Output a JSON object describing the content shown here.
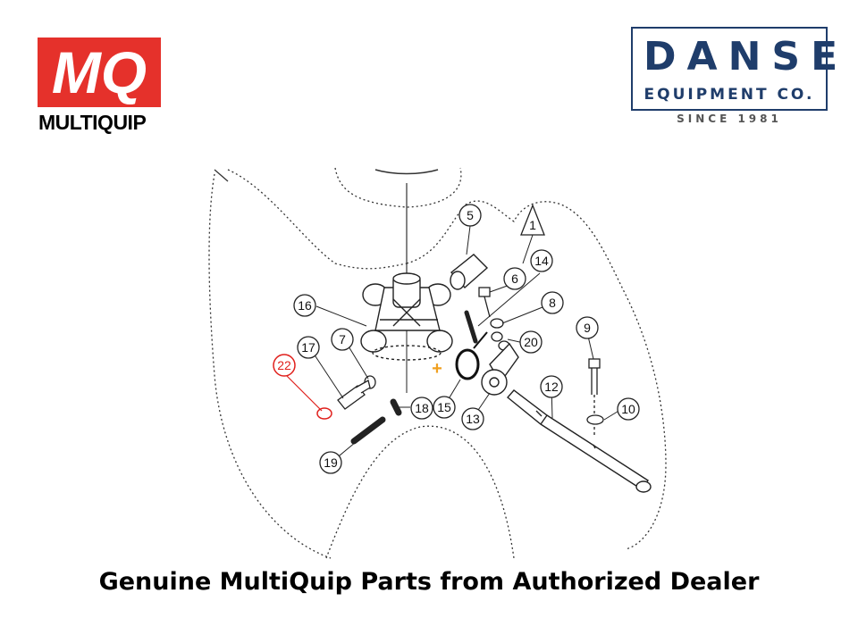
{
  "logos": {
    "multiquip": {
      "mark": "MQ",
      "wordmark": "MULTIQUIP",
      "mark_color": "#e5312b"
    },
    "danse": {
      "name": "DANSE",
      "subtitle": "EQUIPMENT CO.",
      "since": "SINCE 1981",
      "color": "#1f3d6b"
    }
  },
  "diagram": {
    "callouts": [
      {
        "label": "1",
        "shape": "triangle"
      },
      {
        "label": "5"
      },
      {
        "label": "6"
      },
      {
        "label": "14"
      },
      {
        "label": "8"
      },
      {
        "label": "16"
      },
      {
        "label": "7"
      },
      {
        "label": "17"
      },
      {
        "label": "20"
      },
      {
        "label": "9"
      },
      {
        "label": "12"
      },
      {
        "label": "10"
      },
      {
        "label": "22",
        "highlight": true
      },
      {
        "label": "18"
      },
      {
        "label": "15"
      },
      {
        "label": "13"
      },
      {
        "label": "19"
      }
    ],
    "highlight_color": "#e0201c",
    "marker_color": "#f0a020"
  },
  "caption": "Genuine MultiQuip Parts from Authorized Dealer"
}
